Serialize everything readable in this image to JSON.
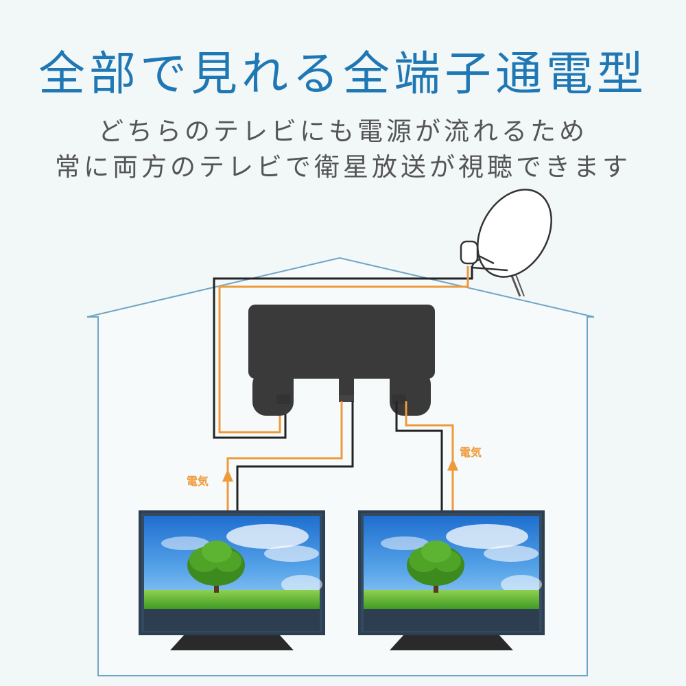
{
  "header": {
    "title": "全部で見れる全端子通電型",
    "subtitle_line1": "どちらのテレビにも電源が流れるため",
    "subtitle_line2": "常に両方のテレビで衛星放送が視聴できます"
  },
  "diagram": {
    "power_label_left": "電気",
    "power_label_right": "電気",
    "icons": [
      "house-outline",
      "satellite-dish-icon",
      "splitter-device",
      "tv-icon"
    ],
    "colors": {
      "title": "#1f78b4",
      "house_outline": "#6fa5c4",
      "power_line": "#ef9a3a",
      "cable": "#222222",
      "device": "#3a3a3a",
      "background": "#f2f7f8"
    }
  }
}
